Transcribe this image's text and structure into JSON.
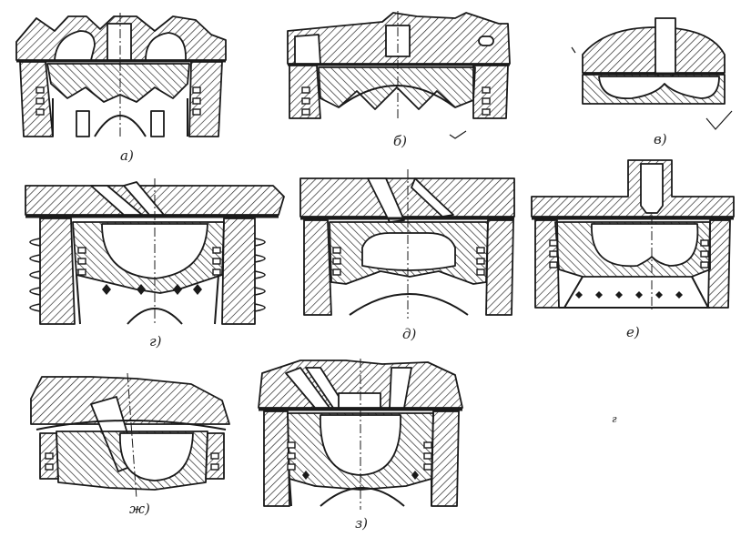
{
  "figure": {
    "panels": [
      {
        "id": "a",
        "label": "а)"
      },
      {
        "id": "b",
        "label": "б)"
      },
      {
        "id": "v",
        "label": "в)"
      },
      {
        "id": "g",
        "label": "г)"
      },
      {
        "id": "d",
        "label": "д)"
      },
      {
        "id": "e",
        "label": "е)"
      },
      {
        "id": "zh",
        "label": "ж)"
      },
      {
        "id": "z",
        "label": "з)"
      }
    ],
    "stray_mark": "г"
  }
}
